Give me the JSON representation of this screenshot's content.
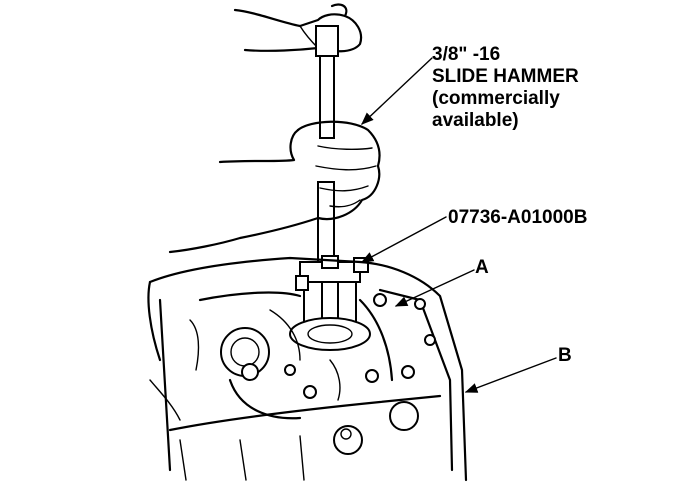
{
  "labels": {
    "tool_line1": "3/8ʺ -16",
    "tool_line2": "SLIDE HAMMER",
    "tool_line3": "(commercially",
    "tool_line4": "available)",
    "part_number": "07736-A01000B",
    "callout_a": "A",
    "callout_b": "B"
  }
}
